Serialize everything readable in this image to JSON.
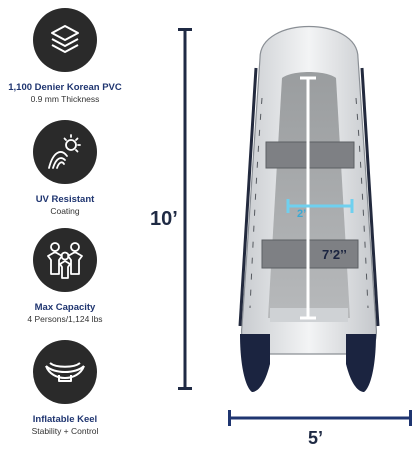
{
  "features": [
    {
      "title": "1,100 Denier Korean PVC",
      "subtitle": "0.9 mm Thickness",
      "icon": "layers-icon"
    },
    {
      "title": "UV Resistant",
      "subtitle": "Coating",
      "icon": "sun-uv-icon"
    },
    {
      "title": "Max Capacity",
      "subtitle": "4 Persons/1,124 lbs",
      "icon": "persons-icon"
    },
    {
      "title": "Inflatable Keel",
      "subtitle": "Stability + Control",
      "icon": "keel-icon"
    }
  ],
  "dimensions": {
    "length": "10’",
    "width": "5’",
    "inner_width": "2’",
    "inner_length": "7’2’’"
  },
  "colors": {
    "icon_bg": "#2a2a2a",
    "title": "#1f3570",
    "dimension_line": "#1f2a44",
    "inner_width_line": "#6fd0ef",
    "tube": "#e6e8ea",
    "cones": "#1b2440"
  }
}
